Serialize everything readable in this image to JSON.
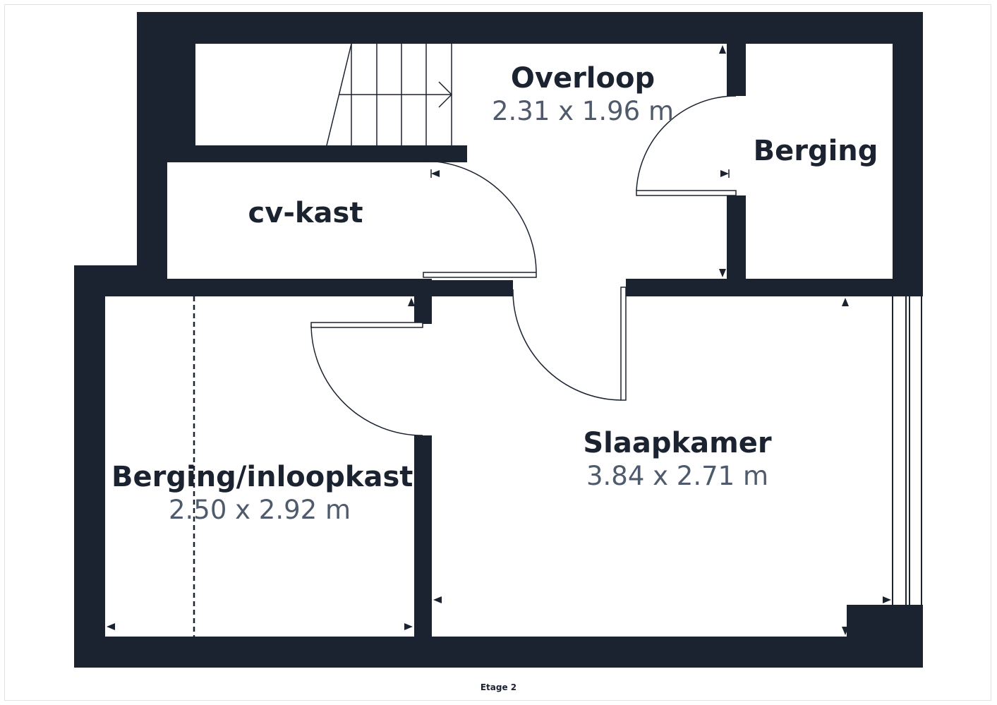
{
  "floor_label": "Etage 2",
  "colors": {
    "wall": "#1b2230",
    "room_name": "#1b2230",
    "room_dimension": "#4f5b6c",
    "background": "#ffffff"
  },
  "rooms": [
    {
      "name": "Overloop",
      "dimensions": "2.31 x 1.96 m"
    },
    {
      "name": "Berging",
      "dimensions": ""
    },
    {
      "name": "cv-kast",
      "dimensions": ""
    },
    {
      "name": "Berging/inloopkast",
      "dimensions": "2.50 x 2.92 m"
    },
    {
      "name": "Slaapkamer",
      "dimensions": "3.84 x 2.71 m"
    }
  ]
}
